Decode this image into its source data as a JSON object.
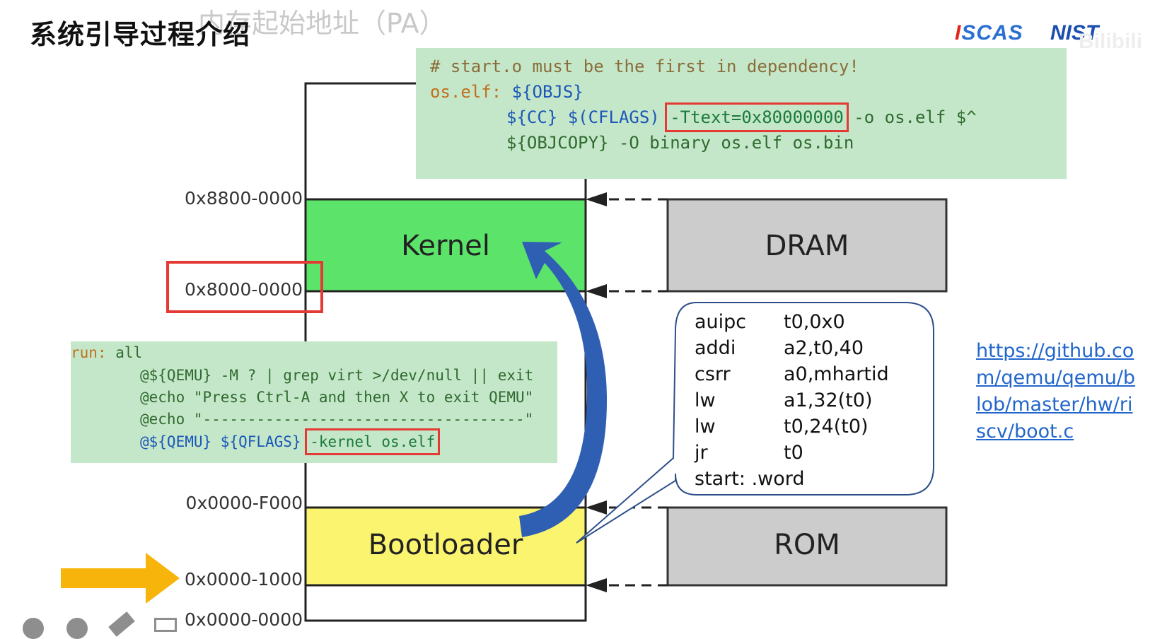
{
  "title": "系统引导过程介绍",
  "ghost_subtitle": "内存起始地址（PA）",
  "logos": {
    "logo1_a": "I",
    "logo1_b": "SCAS",
    "logo2": "NIST",
    "watermark": "Bilibili"
  },
  "code_top": {
    "l1": "# start.o must be the first in dependency!",
    "l2_target": "os.elf: ",
    "l2_var": "${OBJS}",
    "l3_a": "${CC} $(CFLAGS) ",
    "l3_flag": "-Ttext=0x80000000",
    "l3_b": " -o os.elf $^",
    "l4": "${OBJCOPY} -O binary os.elf os.bin"
  },
  "code_left": {
    "l1_target": "run: ",
    "l1_b": "all",
    "l2": "@${QEMU} -M ? | grep virt >/dev/null || exit",
    "l3": "@echo \"Press Ctrl-A and then X to exit QEMU\"",
    "l4": "@echo \"------------------------------------\"",
    "l5_a": "@${QEMU} ${QFLAGS} ",
    "l5_flag": "-kernel os.elf"
  },
  "memory_map": {
    "addr_top": "0x8800-0000",
    "addr_kernel": "0x8000-0000",
    "addr_f000": "0x0000-F000",
    "addr_1000": "0x0000-1000",
    "addr_zero": "0x0000-0000",
    "kernel_label": "Kernel",
    "bootloader_label": "Bootloader",
    "dram_label": "DRAM",
    "rom_label": "ROM"
  },
  "bootloader_asm": [
    {
      "op": "auipc",
      "args": "t0,0x0"
    },
    {
      "op": "addi",
      "args": "a2,t0,40"
    },
    {
      "op": "csrr",
      "args": "a0,mhartid"
    },
    {
      "op": "lw",
      "args": "a1,32(t0)"
    },
    {
      "op": "lw",
      "args": "t0,24(t0)"
    },
    {
      "op": "jr",
      "args": "t0"
    },
    {
      "op": "start: .word",
      "args": ""
    }
  ],
  "link": "https://github.com/qemu/qemu/blob/master/hw/riscv/boot.c",
  "colors": {
    "kernel": "#5ce46a",
    "bootloader": "#fbf46f",
    "device": "#cccccc",
    "code_bg": "#c5e7c9",
    "highlight": "#e53935",
    "arrow_blue": "#2f5fb3",
    "arrow_orange": "#f7b40a"
  }
}
